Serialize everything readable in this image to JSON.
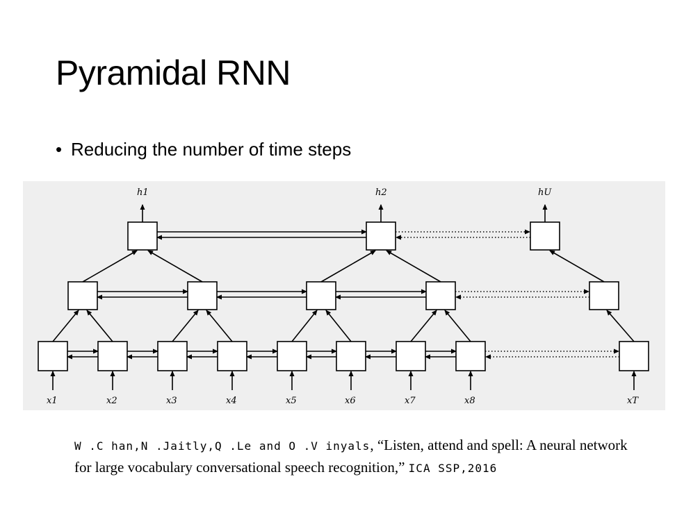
{
  "slide": {
    "title": "Pyramidal RNN",
    "bullet_symbol": "•",
    "bullet_text": "Reducing the number of time steps"
  },
  "diagram": {
    "output_labels": [
      "h1",
      "h2",
      "hU"
    ],
    "input_labels": [
      "x1",
      "x2",
      "x3",
      "x4",
      "x5",
      "x6",
      "x7",
      "x8",
      "xT"
    ]
  },
  "citation": {
    "authors": "W .C han,N .Jaitly,Q .Le and O .V inyals",
    "title_part": ", “Listen, attend and spell: A neural network for large vocabulary conversational speech recognition,” ",
    "venue": "ICA SSP,2016"
  }
}
